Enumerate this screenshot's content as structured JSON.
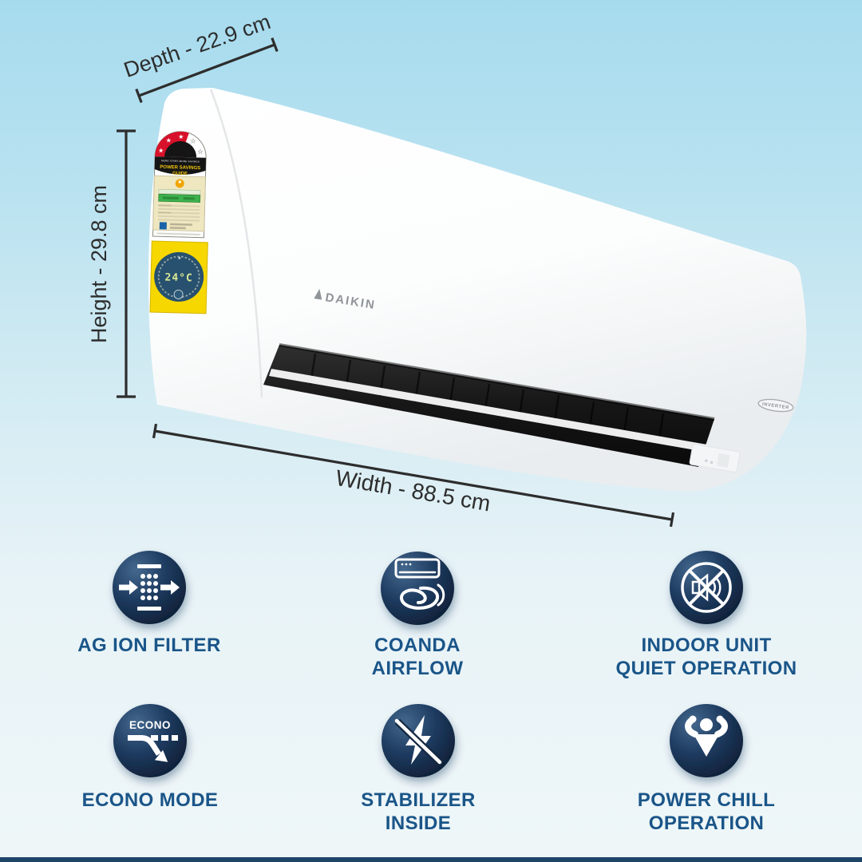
{
  "background": {
    "top_color": "#a6dbee",
    "bottom_color": "#eef6f8",
    "bottom_bar_color": "#1e4468"
  },
  "dimensions": {
    "depth_label": "Depth - 22.9 cm",
    "height_label": "Height - 29.8 cm",
    "width_label": "Width - 88.5 cm"
  },
  "unit": {
    "brand": "DAIKIN",
    "badge": "INVERTER",
    "energy_label": {
      "heading_line1": "POWER SAVINGS",
      "heading_line2": "GUIDE",
      "arc_text": "MORE STARS MORE SAVINGS"
    },
    "temperature_label": {
      "value": "24°C"
    }
  },
  "features": [
    {
      "icon": "ag-ion-filter-icon",
      "label_line1": "AG ION FILTER",
      "label_line2": ""
    },
    {
      "icon": "coanda-airflow-icon",
      "label_line1": "COANDA",
      "label_line2": "AIRFLOW"
    },
    {
      "icon": "indoor-quiet-operation-icon",
      "label_line1": "INDOOR UNIT",
      "label_line2": "QUIET OPERATION"
    },
    {
      "icon": "econo-mode-icon",
      "label_line1": "ECONO MODE",
      "label_line2": "",
      "icon_text": "ECONO"
    },
    {
      "icon": "stabilizer-inside-icon",
      "label_line1": "STABILIZER",
      "label_line2": "INSIDE"
    },
    {
      "icon": "power-chill-operation-icon",
      "label_line1": "POWER CHILL",
      "label_line2": "OPERATION"
    }
  ],
  "colors": {
    "feature_text": "#1a5588",
    "icon_circle": "#12263e",
    "dimension_text": "#2d2d2d",
    "accent_red": "#d8112a",
    "accent_yellow": "#f6d800"
  }
}
